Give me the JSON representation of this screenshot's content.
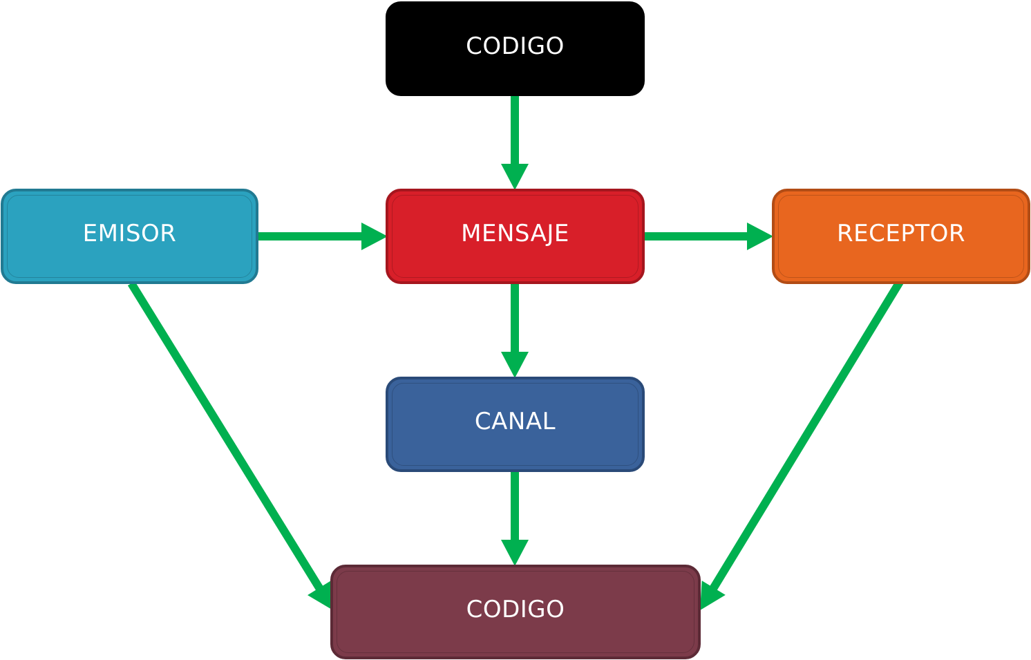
{
  "diagram": {
    "arrow_color": "#00b050",
    "nodes": [
      {
        "id": "codigo-top",
        "label": "CODIGO",
        "color": "#000000"
      },
      {
        "id": "emisor",
        "label": "EMISOR",
        "color": "#2ba2bf"
      },
      {
        "id": "mensaje",
        "label": "MENSAJE",
        "color": "#d81f29"
      },
      {
        "id": "receptor",
        "label": "RECEPTOR",
        "color": "#e8661f"
      },
      {
        "id": "canal",
        "label": "CANAL",
        "color": "#3a629b"
      },
      {
        "id": "codigo-bottom",
        "label": "CODIGO",
        "color": "#7c3b4a"
      }
    ],
    "edges": [
      {
        "from": "codigo-top",
        "to": "mensaje"
      },
      {
        "from": "emisor",
        "to": "mensaje"
      },
      {
        "from": "mensaje",
        "to": "receptor"
      },
      {
        "from": "mensaje",
        "to": "canal"
      },
      {
        "from": "canal",
        "to": "codigo-bottom"
      },
      {
        "from": "emisor",
        "to": "codigo-bottom"
      },
      {
        "from": "receptor",
        "to": "codigo-bottom"
      }
    ]
  }
}
